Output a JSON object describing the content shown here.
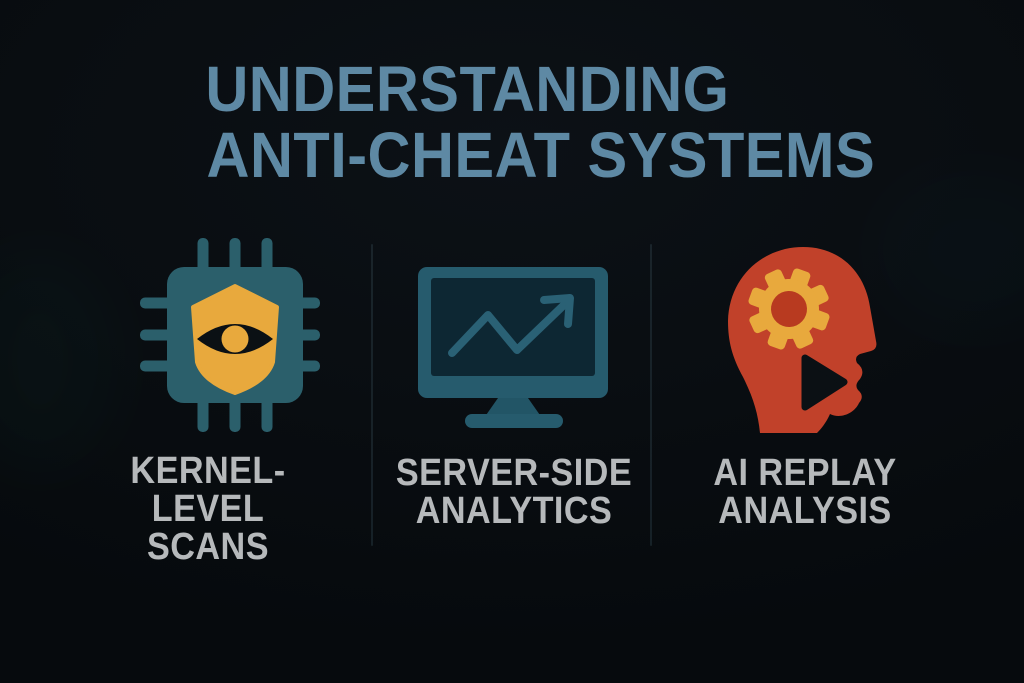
{
  "title": {
    "line1": "UNDERSTANDING",
    "line2": "ANTI-CHEAT SYSTEMS"
  },
  "columns": [
    {
      "id": "kernel-level-scans",
      "icon": "chip-shield-eye-icon",
      "label_lines": [
        "KERNEL-",
        "LEVEL",
        "SCANS"
      ]
    },
    {
      "id": "server-side-analytics",
      "icon": "monitor-trend-chart-icon",
      "label_lines": [
        "SERVER-SIDE",
        "ANALYTICS"
      ]
    },
    {
      "id": "ai-replay-analysis",
      "icon": "head-gear-play-icon",
      "label_lines": [
        "AI REPLAY",
        "ANALYSIS"
      ]
    }
  ],
  "colors": {
    "bg": "#080d11",
    "title-blue": "#5e89a4",
    "label-gray": "#b6b9bb",
    "teal": "#265b6d",
    "chip-teal": "#2b5f6b",
    "screen-dark": "#0d2733",
    "line-teal": "#2a6175",
    "amber": "#e8a93d",
    "red": "#c1412a",
    "red-deep": "#b83a20",
    "ink-dark": "#0b1014"
  }
}
